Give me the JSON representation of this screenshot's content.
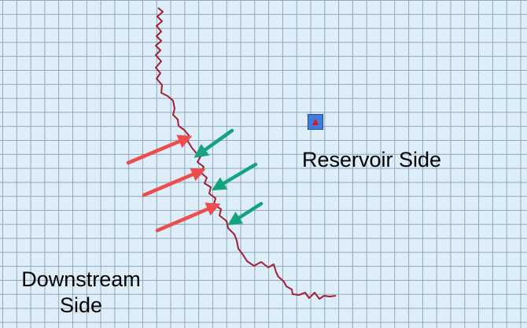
{
  "labels": {
    "reservoir": "Reservoir Side",
    "downstream_line1": "Downstream",
    "downstream_line2": "Side"
  },
  "icons": {
    "marker": "red-triangle-on-blue-square-icon"
  },
  "colors": {
    "grid_background": "#ddeef9",
    "grid_line": "#8fa6bb",
    "boundary_line": "#a31f34",
    "inflow_arrow": "#ee4d4d",
    "outflow_arrow": "#14a37f",
    "marker_fill": "#3d7de0",
    "marker_triangle": "#e8101a"
  }
}
